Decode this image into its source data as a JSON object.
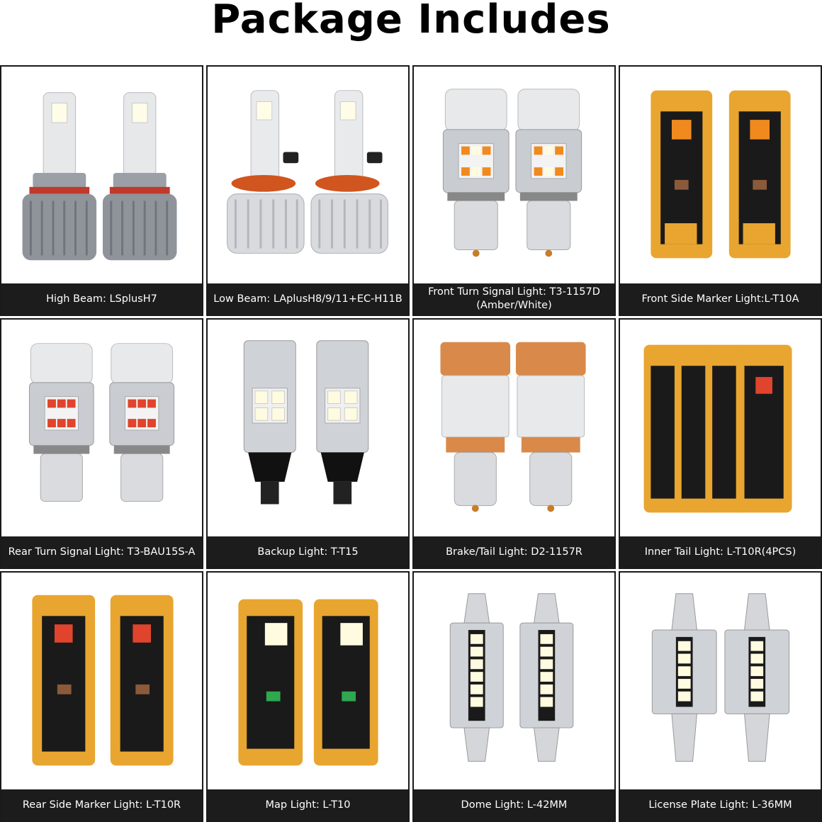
{
  "title": "Package Includes",
  "items": [
    {
      "label": "High Beam: LSplusH7",
      "icon": "h7-led-headlight-bulbs-icon"
    },
    {
      "label": "Low Beam: LAplusH8/9/11+EC-H11B",
      "icon": "h11-led-headlight-bulbs-icon"
    },
    {
      "label": "Front Turn Signal Light: T3-1157D (Amber/White)",
      "icon": "1157-turn-signal-bulbs-icon"
    },
    {
      "label": "Front Side Marker Light:L-T10A",
      "icon": "t10-amber-wedge-bulbs-icon"
    },
    {
      "label": "Rear Turn Signal Light: T3-BAU15S-A",
      "icon": "bau15s-turn-signal-bulbs-icon"
    },
    {
      "label": "Backup Light: T-T15",
      "icon": "t15-backup-bulbs-icon"
    },
    {
      "label": "Brake/Tail Light: D2-1157R",
      "icon": "1157-brake-bulbs-icon"
    },
    {
      "label": "Inner Tail Light: L-T10R(4PCS)",
      "icon": "t10-red-wedge-bulbs-4pcs-icon"
    },
    {
      "label": "Rear Side Marker Light: L-T10R",
      "icon": "t10-red-wedge-bulbs-icon"
    },
    {
      "label": "Map Light: L-T10",
      "icon": "t10-white-map-bulbs-icon"
    },
    {
      "label": "Dome Light: L-42MM",
      "icon": "42mm-festoon-bulbs-icon"
    },
    {
      "label": "License Plate Light: L-36MM",
      "icon": "36mm-festoon-bulbs-icon"
    }
  ],
  "colors": {
    "caption_bg": "#1c1c1c",
    "pcb_orange": "#e8a530",
    "amber_led": "#f08a1e",
    "red_led": "#e0442c",
    "white_led": "#fffbe0",
    "silver": "#cfd2d6"
  }
}
